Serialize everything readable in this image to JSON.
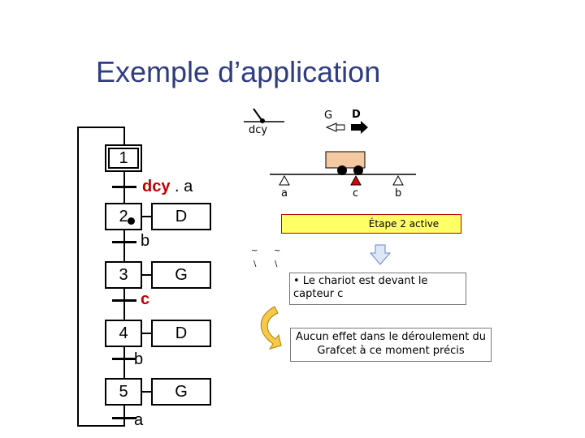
{
  "title": "Exemple d’application",
  "grafcet": {
    "steps": [
      {
        "num": "1",
        "action": ""
      },
      {
        "num": "2",
        "action": "D"
      },
      {
        "num": "3",
        "action": "G"
      },
      {
        "num": "4",
        "action": "D"
      },
      {
        "num": "5",
        "action": "G"
      }
    ],
    "transitions": [
      {
        "part1": "dcy",
        "part2": " . a"
      },
      {
        "label": "b"
      },
      {
        "label": "c"
      },
      {
        "label": "b"
      },
      {
        "label": "a"
      }
    ]
  },
  "schematic": {
    "dcy_label": "dcy",
    "G_label": "G",
    "D_label": "D",
    "sensor_a": "a",
    "sensor_c": "c",
    "sensor_b": "b"
  },
  "status": "Étape 2 active",
  "note1": "• Le chariot est devant le capteur c",
  "note2": "Aucun effet dans le déroulement du Grafcet à ce moment précis",
  "colors": {
    "title": "#2f3c82",
    "red": "#c00000",
    "status_bg": "#ffff66",
    "status_border": "#c00000"
  }
}
